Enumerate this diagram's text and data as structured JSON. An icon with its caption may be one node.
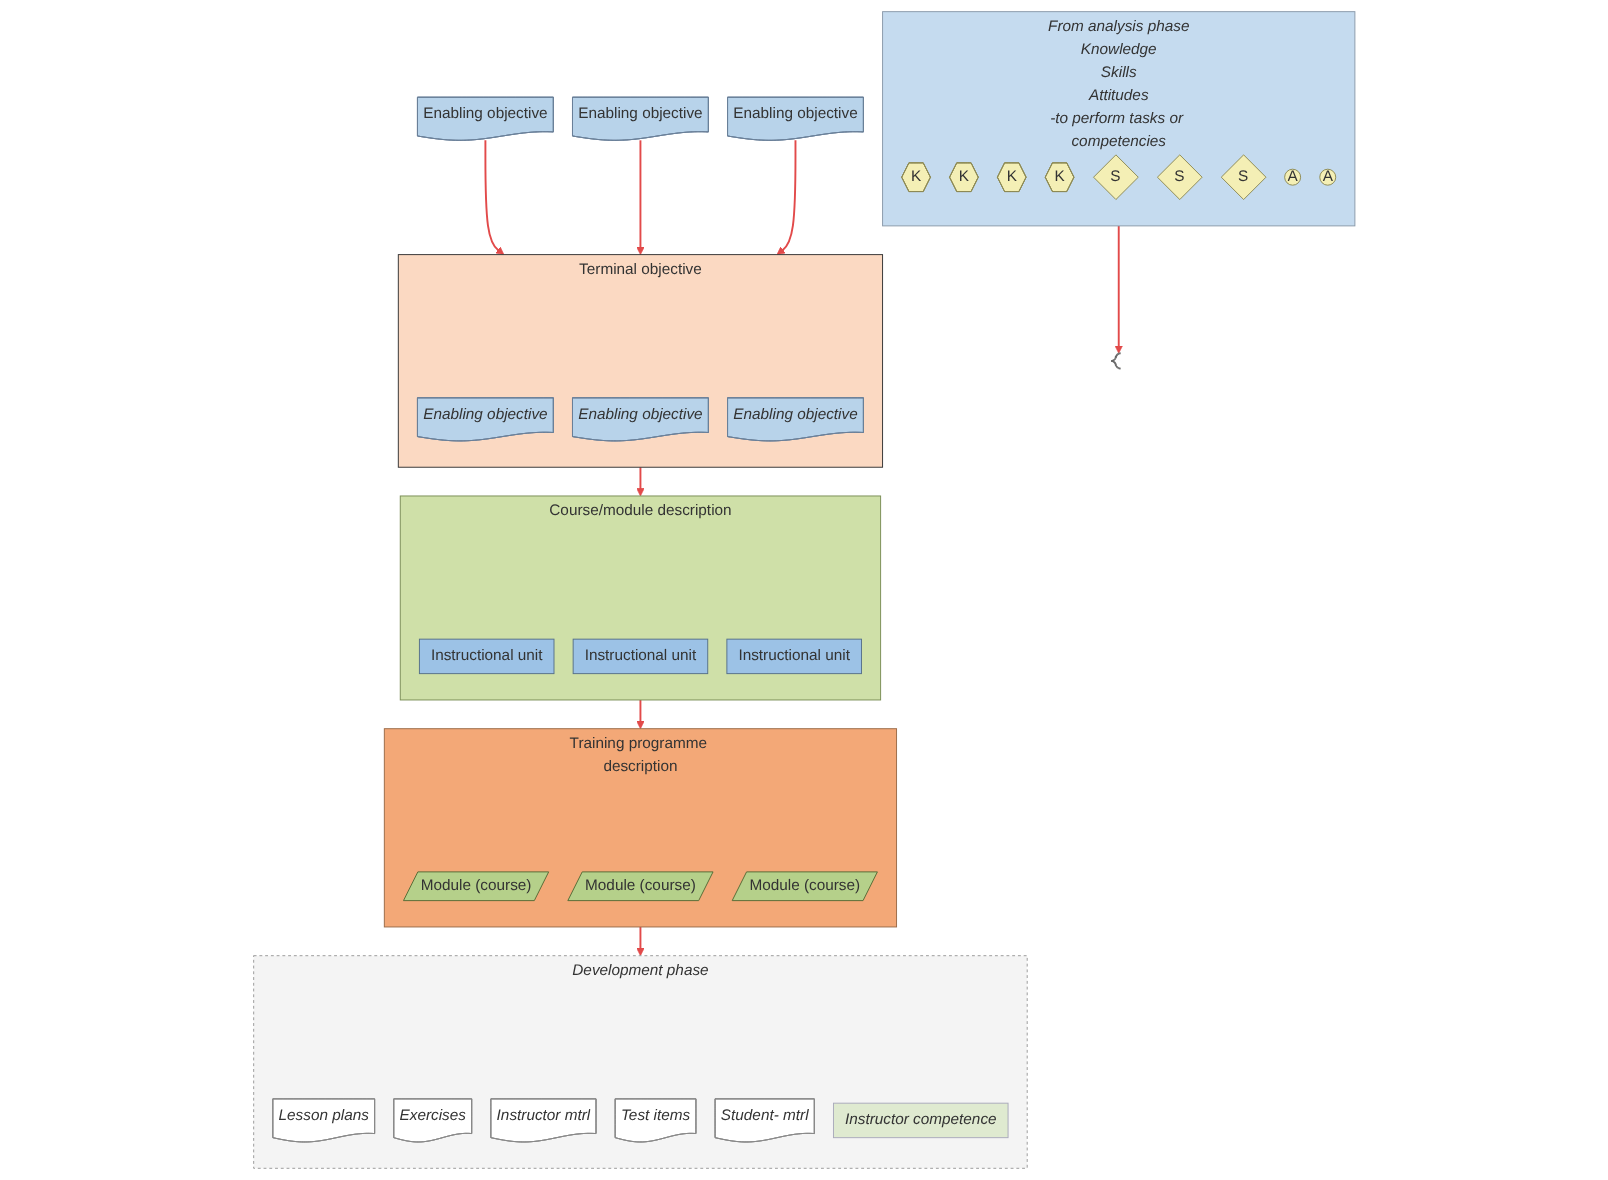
{
  "diagram": {
    "nodes": [
      {
        "text": [
          "From analysis phase",
          "Knowledge",
          "Skills",
          "Attitudes",
          "-to perform tasks or competencies"
        ]
      },
      {
        "text": [
          "K"
        ],
        "in": 0
      },
      {
        "text": [
          "K"
        ],
        "in": 0
      },
      {
        "text": [
          "K"
        ],
        "in": 0
      },
      {
        "text": [
          "K"
        ],
        "in": 0
      },
      {
        "text": [
          "S"
        ],
        "in": 0
      },
      {
        "text": [
          "S"
        ],
        "in": 0
      },
      {
        "text": [
          "S"
        ],
        "in": 0
      },
      {
        "text": [
          "A"
        ],
        "in": 0
      },
      {
        "text": [
          "A"
        ],
        "in": 0
      },
      {
        "text": [],
        "shape": "bracket"
      },
      {
        "text": [
          "Enabling objective"
        ]
      },
      {
        "text": [
          "Enabling objective"
        ]
      },
      {
        "text": [
          "Enabling objective"
        ]
      },
      {
        "text": [
          "Terminal objective"
        ]
      },
      {
        "text": [
          "Enabling objective"
        ],
        "in": 14
      },
      {
        "text": [
          "Enabling objective"
        ],
        "in": 14
      },
      {
        "text": [
          "Enabling objective"
        ],
        "in": 14
      },
      {
        "text": [
          "Course/module description"
        ]
      },
      {
        "text": [
          "Instructional unit"
        ],
        "in": 18
      },
      {
        "text": [
          "Instructional unit"
        ],
        "in": 18
      },
      {
        "text": [
          "Instructional unit"
        ],
        "in": 18
      },
      {
        "text": [
          "Training programme description"
        ]
      },
      {
        "text": [
          "Module (course)"
        ],
        "in": 22
      },
      {
        "text": [
          "Module (course)"
        ],
        "in": 22
      },
      {
        "text": [
          "Module (course)"
        ],
        "in": 22
      },
      {
        "text": [
          "Development phase"
        ]
      },
      {
        "text": [
          "Lesson plans"
        ],
        "in": 26
      },
      {
        "text": [
          "Exercises"
        ],
        "in": 26
      },
      {
        "text": [
          "Instructor mtrl"
        ],
        "in": 26
      },
      {
        "text": [
          "Test items"
        ],
        "in": 26
      },
      {
        "text": [
          "Student- mtrl"
        ],
        "in": 26
      },
      {
        "text": [
          "Instructor competence"
        ],
        "in": 26
      }
    ],
    "edges": [
      {
        "from": 0,
        "to": 10,
        "arrow": "to"
      },
      {
        "from": 11,
        "to": 14,
        "arrow": "to"
      },
      {
        "from": 12,
        "to": 14,
        "arrow": "to"
      },
      {
        "from": 13,
        "to": 14,
        "arrow": "to"
      },
      {
        "from": 14,
        "to": 18,
        "arrow": "to"
      },
      {
        "from": 18,
        "to": 22,
        "arrow": "to"
      },
      {
        "from": 22,
        "to": 26,
        "arrow": "to"
      }
    ]
  }
}
